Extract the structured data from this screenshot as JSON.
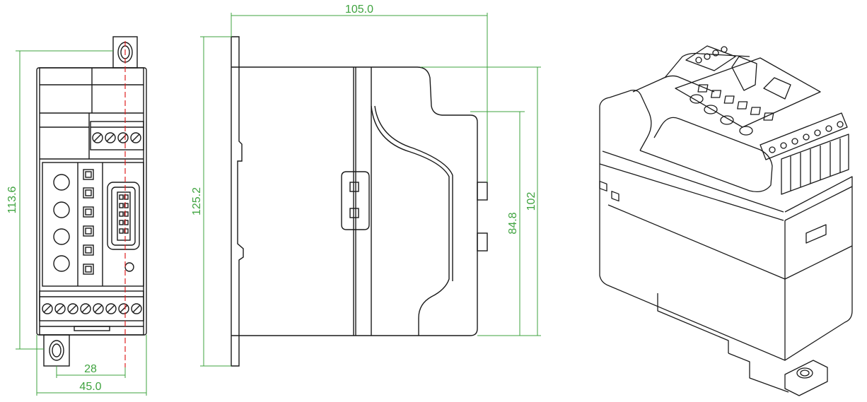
{
  "colors": {
    "outline": "#1a1a1a",
    "dimension": "#3fa33f",
    "centerline": "#e02020",
    "background": "#ffffff"
  },
  "dimensions": {
    "front_height": "113.6",
    "front_width": "45.0",
    "front_hole_offset": "28",
    "side_depth": "105.0",
    "side_total_height": "125.2",
    "side_body_height": "102",
    "side_lower_height": "84.8"
  }
}
